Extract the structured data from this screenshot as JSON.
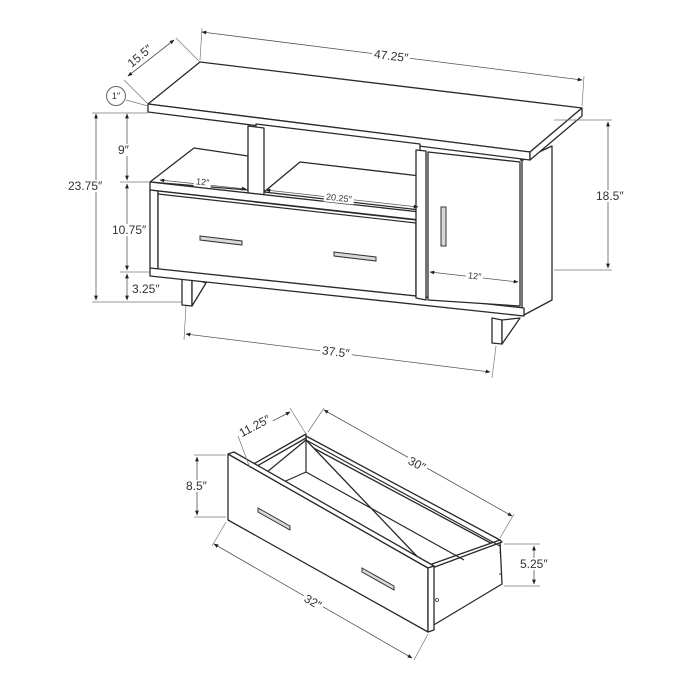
{
  "tv_stand": {
    "dimensions": {
      "depth": "15.5″",
      "width": "47.25″",
      "top_thickness": "1″",
      "total_height": "23.75″",
      "open_shelf_height": "9″",
      "drawer_section_height": "10.75″",
      "leg_height": "3.25″",
      "left_shelf_width": "12″",
      "center_shelf_width": "20.25″",
      "cabinet_height": "18.5″",
      "door_width": "12″",
      "leg_spacing": "37.5″"
    }
  },
  "drawer": {
    "dimensions": {
      "inner_depth": "11.25″",
      "inner_length": "30″",
      "front_height": "8.5″",
      "side_height": "5.25″",
      "front_length": "32″"
    }
  },
  "colors": {
    "line": "#2a2a2a",
    "dimension_line": "#555555",
    "background": "#ffffff"
  }
}
